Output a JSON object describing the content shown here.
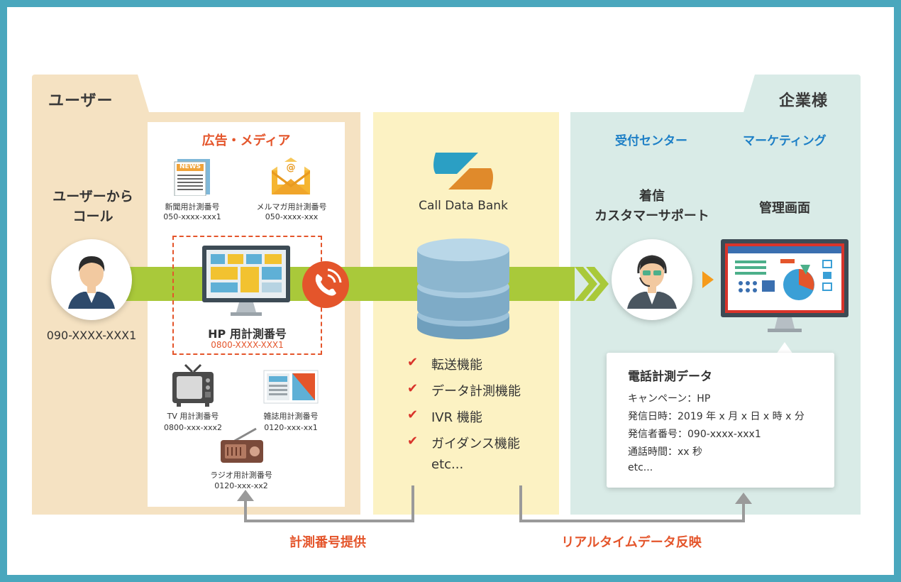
{
  "user_section": {
    "tab_label": "ユーザー",
    "caller_line1": "ユーザーから",
    "caller_line2": "コール",
    "caller_number": "090-XXXX-XXX1"
  },
  "media_section": {
    "title": "広告・メディア",
    "newspaper": {
      "icon_text": "NEWS",
      "label": "新聞用計測番号",
      "number": "050-xxxx-xxx1"
    },
    "mailmag": {
      "icon_text": "@",
      "label": "メルマガ用計測番号",
      "number": "050-xxxx-xxx"
    },
    "hp": {
      "label": "HP 用計測番号",
      "number": "0800-XXXX-XXX1"
    },
    "tv": {
      "label": "TV 用計測番号",
      "number": "0800-xxx-xxx2"
    },
    "magazine": {
      "label": "雑誌用計測番号",
      "number": "0120-xxx-xx1"
    },
    "radio": {
      "label": "ラジオ用計測番号",
      "number": "0120-xxx-xx2"
    }
  },
  "cdb_section": {
    "brand": "Call Data Bank",
    "features": [
      "転送機能",
      "データ計測機能",
      "IVR 機能",
      "ガイダンス機能"
    ],
    "features_more": "etc..."
  },
  "biz_section": {
    "tab_label": "企業様",
    "reception_title": "受付センター",
    "marketing_title": "マーケティング",
    "incoming_line1": "着信",
    "incoming_line2": "カスタマーサポート",
    "admin_screen": "管理画面",
    "data_card": {
      "title": "電話計測データ",
      "lines": [
        "キャンペーン：HP",
        "発信日時：2019 年 x 月 x 日 x 時 x 分",
        "発信者番号：090-xxxx-xxx1",
        "通話時間：xx 秒"
      ],
      "more": "etc..."
    }
  },
  "bottom": {
    "provide_label": "計測番号提供",
    "realtime_label": "リアルタイムデータ反映"
  },
  "colors": {
    "accent_orange": "#e4552b",
    "accent_blue": "#1d7fc6",
    "flow_green": "#a9c93a",
    "check_red": "#d9342b"
  }
}
